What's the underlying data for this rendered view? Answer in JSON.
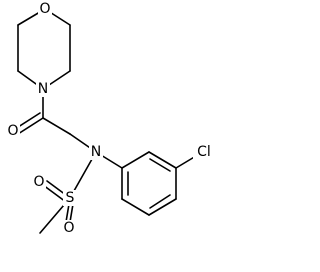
{
  "molecule": {
    "atoms": {
      "morpholine_oxygen": "O",
      "morpholine_nitrogen": "N",
      "carbonyl_oxygen": "O",
      "sulfonamide_nitrogen": "N",
      "sulfur": "S",
      "sulfonyl_oxygen_upper": "O",
      "sulfonyl_oxygen_lower": "O",
      "chlorine": "Cl"
    }
  }
}
